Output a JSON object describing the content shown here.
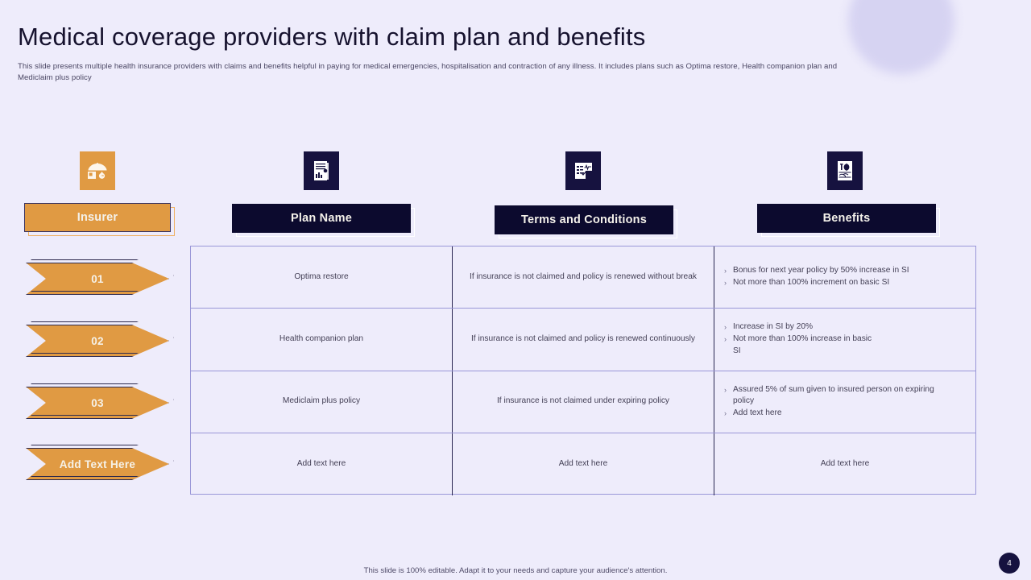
{
  "slide": {
    "title": "Medical coverage providers with claim plan and benefits",
    "subtitle": "This slide presents multiple health insurance providers with claims and benefits helpful in paying for medical emergencies, hospitalisation and contraction of any illness. It includes plans such as Optima restore, Health companion plan and Mediclaim plus policy",
    "footer_note": "This slide is 100% editable. Adapt it to your needs and capture your audience's attention.",
    "page_number": "4"
  },
  "colors": {
    "background": "#eeecfb",
    "accent_orange": "#e09a43",
    "accent_navy": "#0c0a2e",
    "table_border": "#9a97d8",
    "deco_circle": "#d6d3f2"
  },
  "columns": [
    {
      "label": "Insurer",
      "style": "orange",
      "icon": "umbrella-insurance-icon"
    },
    {
      "label": "Plan Name",
      "style": "navy",
      "icon": "document-chart-icon"
    },
    {
      "label": "Terms and Conditions",
      "style": "navy",
      "icon": "clipboard-checklist-icon"
    },
    {
      "label": "Benefits",
      "style": "navy",
      "icon": "handshake-money-icon"
    }
  ],
  "insurer_arrows": [
    {
      "label": "01"
    },
    {
      "label": "02"
    },
    {
      "label": "03"
    },
    {
      "label": "Add Text Here"
    }
  ],
  "rows": [
    {
      "plan_name": "Optima restore",
      "terms": "If insurance is not claimed and policy is renewed without break",
      "benefits": [
        "Bonus for next year policy by 50% increase in SI",
        "Not more than 100% increment on basic SI"
      ]
    },
    {
      "plan_name": "Health companion plan",
      "terms": "If insurance is not claimed and policy is renewed continuously",
      "benefits": [
        "Increase in SI by 20%",
        "Not more than 100% increase in basic SI"
      ]
    },
    {
      "plan_name": "Mediclaim plus policy",
      "terms": "If insurance is not claimed under expiring policy",
      "benefits": [
        "Assured 5% of sum given to insured person on expiring policy",
        "Add text here"
      ]
    },
    {
      "plan_name": "Add text here",
      "terms": "Add text here",
      "benefits_plain": "Add text here"
    }
  ]
}
